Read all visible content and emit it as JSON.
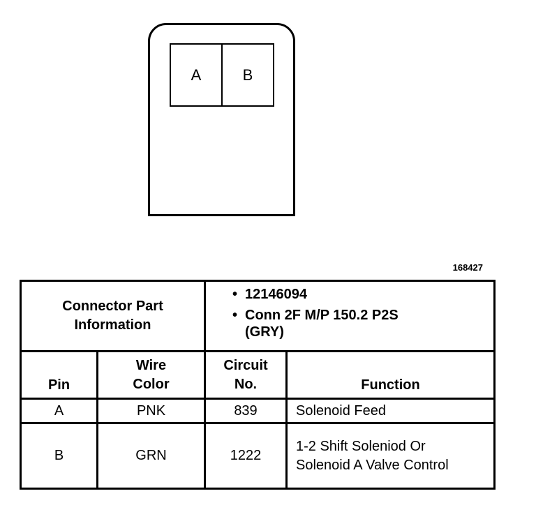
{
  "connector": {
    "cavities": [
      "A",
      "B"
    ]
  },
  "figure_number": "168427",
  "table": {
    "part_info_label": "Connector Part Information",
    "part_info": [
      "12146094",
      "Conn 2F M/P 150.2 P2S (GRY)"
    ],
    "headers": {
      "pin": "Pin",
      "wire_color": "Wire Color",
      "circuit": "Circuit No.",
      "function": "Function"
    },
    "rows": [
      {
        "pin": "A",
        "wire_color": "PNK",
        "circuit": "839",
        "function": "Solenoid Feed"
      },
      {
        "pin": "B",
        "wire_color": "GRN",
        "circuit": "1222",
        "function": "1-2 Shift Soleniod Or Solenoid A Valve Control"
      }
    ]
  }
}
